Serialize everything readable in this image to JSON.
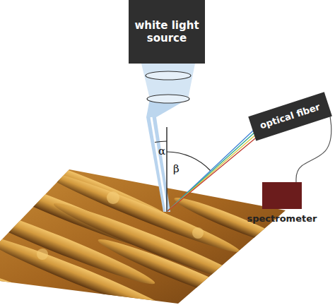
{
  "diagram": {
    "nodes": [
      {
        "text": [
          "white light source"
        ]
      },
      {
        "text": [
          "optical fiber"
        ]
      },
      {
        "text": [
          "spectrometer"
        ]
      }
    ],
    "edges": [
      {
        "from": 1,
        "to": 2,
        "arrow": "none"
      }
    ],
    "labels": [
      "α",
      "β"
    ]
  }
}
